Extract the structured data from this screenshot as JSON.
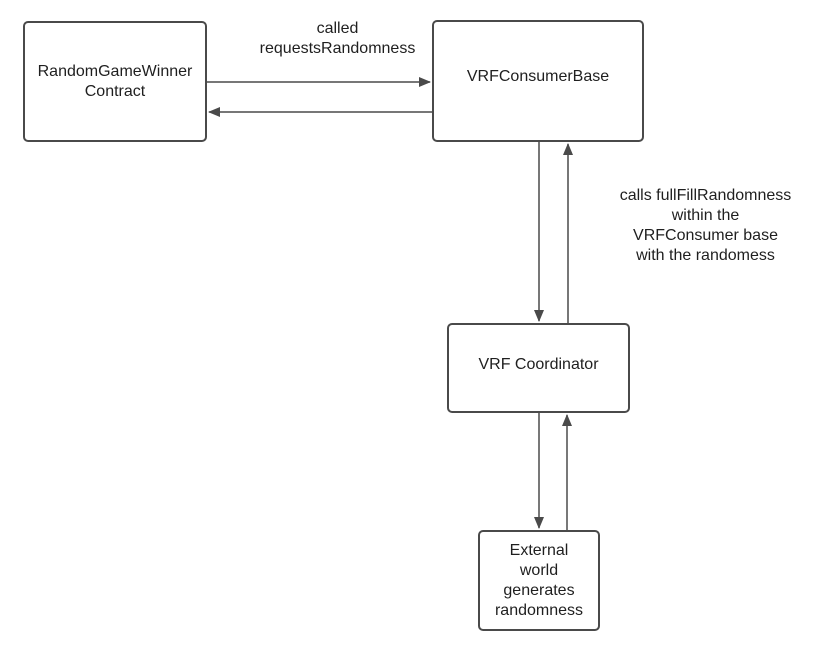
{
  "nodes": {
    "game": "RandomGameWinner\nContract",
    "base": "VRFConsumerBase",
    "coordinator": "VRF Coordinator",
    "external": "External\nworld\ngenerates\nrandomness"
  },
  "edge_labels": {
    "called": "called\nrequestsRandomness",
    "fulfill": "calls fullFillRandomness\nwithin the\nVRFConsumer base\nwith the randomess"
  },
  "colors": {
    "stroke": "#4a4a4a",
    "text": "#1f1f1f",
    "background": "#ffffff"
  }
}
